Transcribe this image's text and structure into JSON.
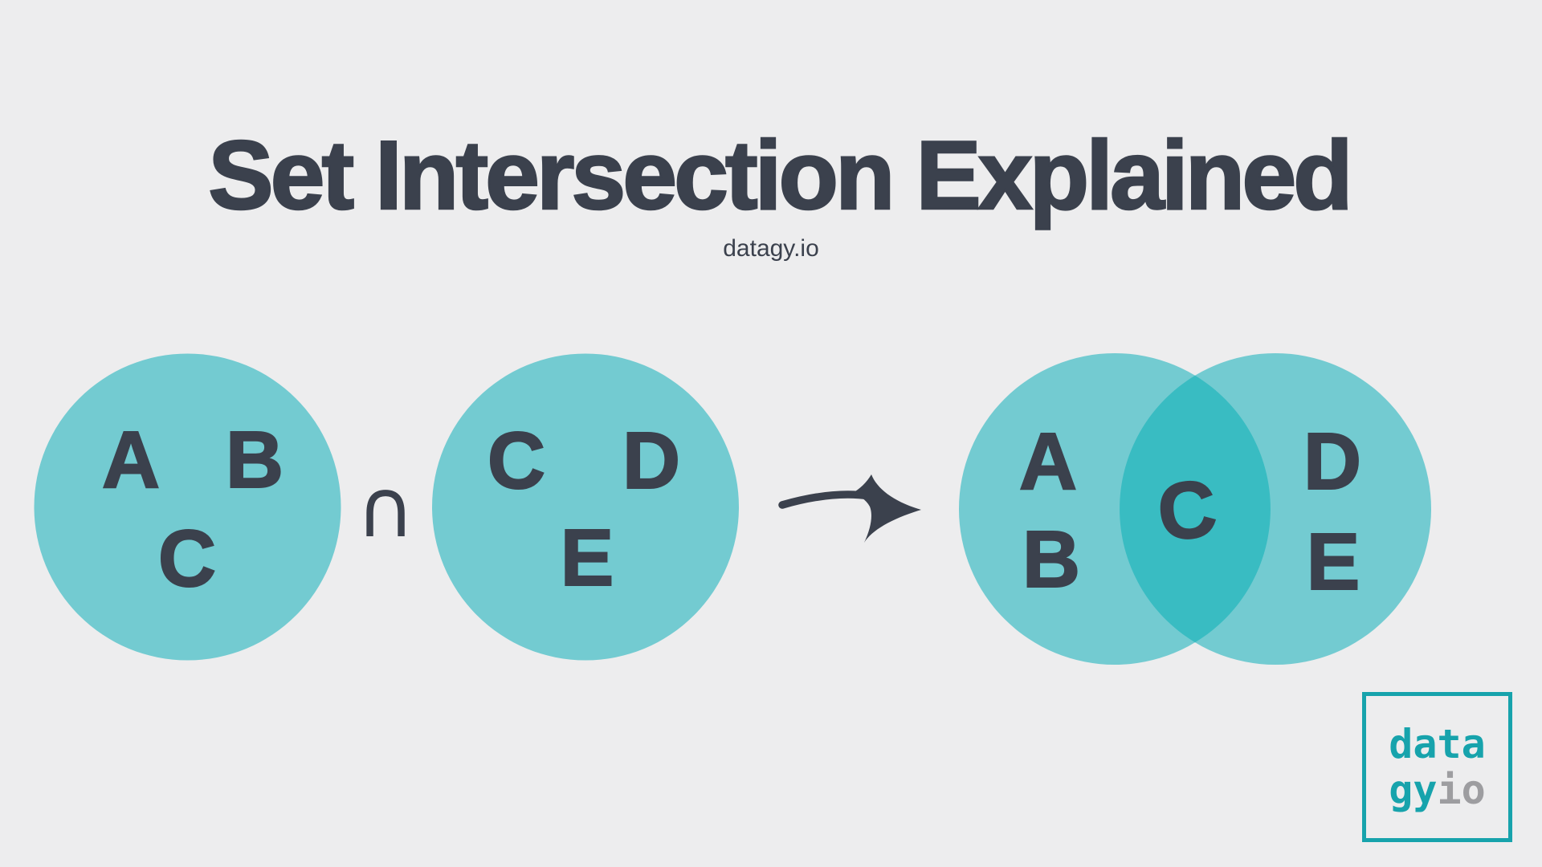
{
  "title": "Set Intersection Explained",
  "subtitle": "datagy.io",
  "colors": {
    "background": "#ededee",
    "text_dark": "#3b414d",
    "circle_fill": "#73cbd1",
    "overlap_fill": "#39bcc2",
    "logo_teal": "#17a3ac",
    "logo_gray": "#9d9da0"
  },
  "expression": {
    "set_a": {
      "items": [
        "A",
        "B",
        "C"
      ]
    },
    "operator": "∩",
    "set_b": {
      "items": [
        "C",
        "D",
        "E"
      ]
    }
  },
  "result": {
    "left_only": [
      "A",
      "B"
    ],
    "intersection": [
      "C"
    ],
    "right_only": [
      "D",
      "E"
    ]
  },
  "logo": {
    "line1": "data",
    "line2_teal": "gy",
    "line2_gray": "io"
  }
}
